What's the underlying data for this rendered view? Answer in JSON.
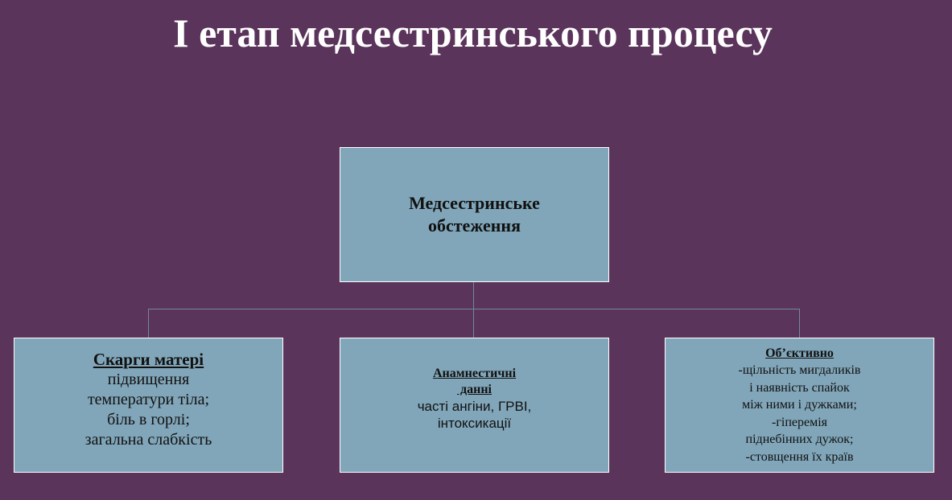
{
  "title": "I етап медсестринського процесу",
  "colors": {
    "background": "#5b345c",
    "box_fill": "#81a6b9",
    "box_border": "#ffffff",
    "connector": "#6e8a96",
    "title_text": "#ffffff"
  },
  "root": {
    "lines": [
      "Медсестринське",
      "обстеження"
    ]
  },
  "children": [
    {
      "heading": "Скарги матері",
      "lines": [
        "підвищення",
        "температури тіла;",
        "біль в горлі;",
        "загальна слабкість"
      ]
    },
    {
      "heading_lines": [
        "Анамнестичні",
        " данні"
      ],
      "lines": [
        "часті ангіни, ГРВІ,",
        "інтоксикації"
      ]
    },
    {
      "heading": "Об’єктивно",
      "lines": [
        "-щільність мигдаликів",
        "і наявність спайок",
        "між ними і дужками;",
        "-гіперемія",
        "піднебінних дужок;",
        "-стовщення їх країв"
      ]
    }
  ]
}
